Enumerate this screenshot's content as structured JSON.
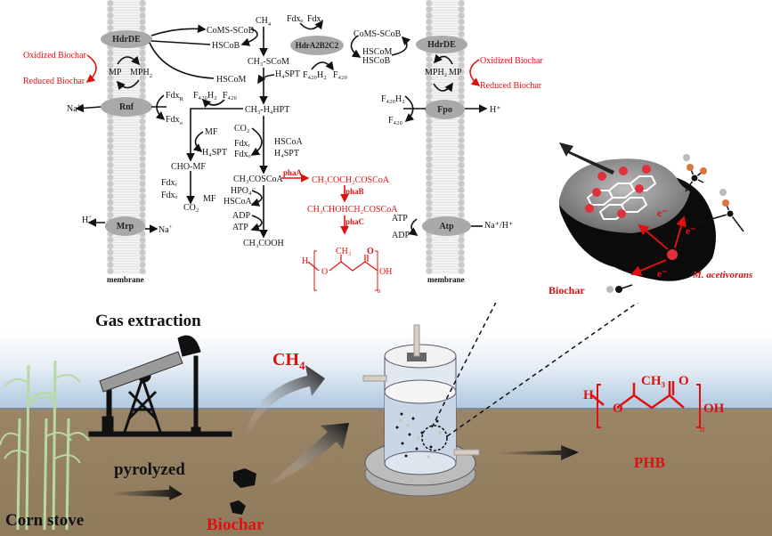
{
  "membrane_label": "membrane",
  "left_membrane": {
    "enzymes": [
      "HdrDE",
      "Rnf",
      "Mrp"
    ],
    "mp": "MP",
    "mph2": "MPH",
    "oxidized": "Oxidized Biochar",
    "reduced": "Reduced Biochar",
    "na_out": "Na",
    "fdx_r": "Fdx",
    "fdx_o": "Fdx",
    "h_out": "H",
    "na_in": "Na"
  },
  "pathway": {
    "coms_scob": "CoMS-SCoB",
    "hscob": "HSCoB",
    "hscom": "HSCoM",
    "ch4": "CH",
    "ch3_scom": "CH₃-SCoM",
    "h4spt": "H₄SPT",
    "ch3_h4hpt": "CH₃-H₄HPT",
    "f420h2": "F₄₂₀H₂",
    "f420": "F₄₂₀",
    "mf": "MF",
    "cho_mf": "CHO-MF",
    "fdx_r": "Fdxᵣ",
    "fdx_o": "Fdxₒ",
    "co2": "CO₂",
    "hscoa": "HSCoA",
    "acetyl_coa": "CH₃COSCoA",
    "hpo4": "HPO₄⁻",
    "adp": "ADP",
    "atp": "ATP",
    "acetate": "CH₃COOH"
  },
  "phb_pathway": {
    "phaA": "phaA",
    "acetoacetyl": "CH₃COCH₂COSCoA",
    "phaB": "phaB",
    "hydroxybutyryl": "CH₃CHOHCH₂COSCoA",
    "phaC": "phaC",
    "structure": {
      "h": "H",
      "o": "O",
      "ch3": "CH₃",
      "carbonyl_o": "O",
      "oh": "OH",
      "n": "n"
    }
  },
  "hdra": {
    "enzyme": "HdrA2B2C2",
    "fdx_o": "Fdxₒ",
    "fdx_r": "Fdxᵣ",
    "coms_scob": "CoMS-SCoB",
    "hscom": "HSCoM",
    "hscob": "HSCoB",
    "f420h2": "F₄₂₀H₂",
    "f420": "F₄₂₀"
  },
  "right_membrane": {
    "enzymes": [
      "HdrDE",
      "Fpo",
      "Atp"
    ],
    "mph2": "MPH₂",
    "mp": "MP",
    "oxidized": "Oxidized Biochar",
    "reduced": "Reduced Biochar",
    "h_out": "H⁺",
    "f420h2": "F₄₂₀H₂",
    "f420": "F₄₂₀",
    "atp": "ATP",
    "adp": "ADP",
    "na_h": "Na⁺/H⁺"
  },
  "biochar_panel": {
    "electron": "e⁻",
    "organism": "M. acetivorans",
    "label": "Biochar"
  },
  "scene": {
    "gas_extraction": "Gas extraction",
    "ch4": "CH",
    "ch4_sub": "4",
    "pyrolyzed": "pyrolyzed",
    "corn_stove": "Corn stove",
    "biochar": "Biochar",
    "phb": "PHB",
    "phb_structure": {
      "h": "H",
      "o": "O",
      "ch3": "CH₃",
      "carbonyl_o": "O",
      "oh": "OH",
      "n": "n"
    }
  },
  "colors": {
    "accent_red": "#e01010",
    "enzyme_grey": "#a9a9a9",
    "soil": "#947f60",
    "sky": "#9bbbd9"
  }
}
